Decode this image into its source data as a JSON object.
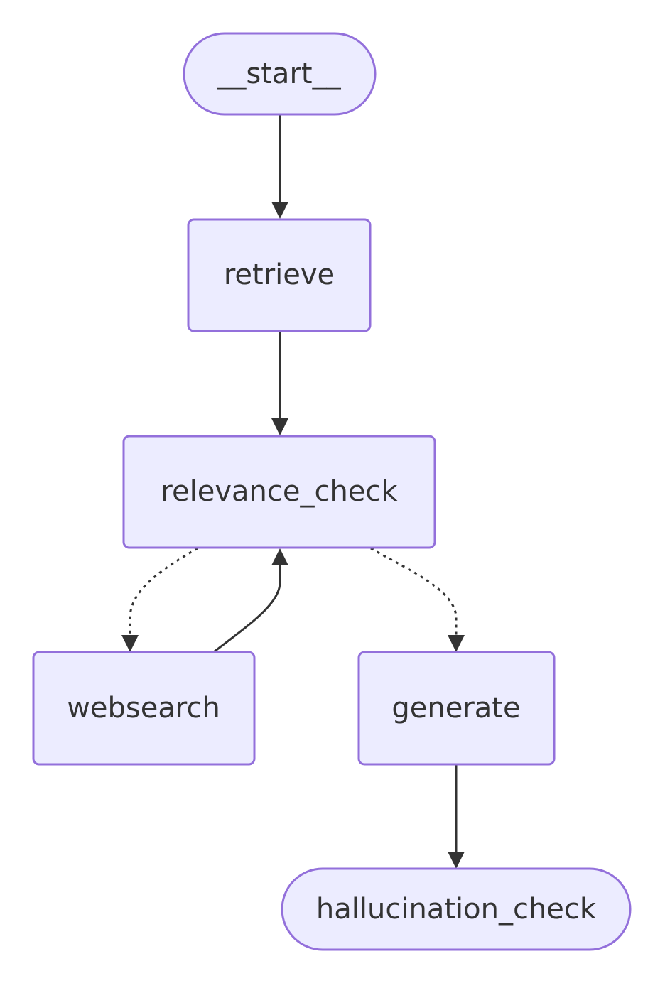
{
  "diagram": {
    "type": "flowchart",
    "colors": {
      "node_fill": "#ececff",
      "node_border": "#9370db",
      "edge": "#333333",
      "text": "#333333"
    },
    "nodes": {
      "start": {
        "label": "__start__",
        "shape": "stadium"
      },
      "retrieve": {
        "label": "retrieve",
        "shape": "rect"
      },
      "relevance_check": {
        "label": "relevance_check",
        "shape": "rect"
      },
      "websearch": {
        "label": "websearch",
        "shape": "rect"
      },
      "generate": {
        "label": "generate",
        "shape": "rect"
      },
      "hallucination_check": {
        "label": "hallucination_check",
        "shape": "stadium"
      }
    },
    "edges": [
      {
        "from": "__start__",
        "to": "retrieve",
        "style": "solid"
      },
      {
        "from": "retrieve",
        "to": "relevance_check",
        "style": "solid"
      },
      {
        "from": "relevance_check",
        "to": "websearch",
        "style": "dashed"
      },
      {
        "from": "relevance_check",
        "to": "generate",
        "style": "dashed"
      },
      {
        "from": "websearch",
        "to": "relevance_check",
        "style": "solid"
      },
      {
        "from": "generate",
        "to": "hallucination_check",
        "style": "solid"
      }
    ]
  }
}
